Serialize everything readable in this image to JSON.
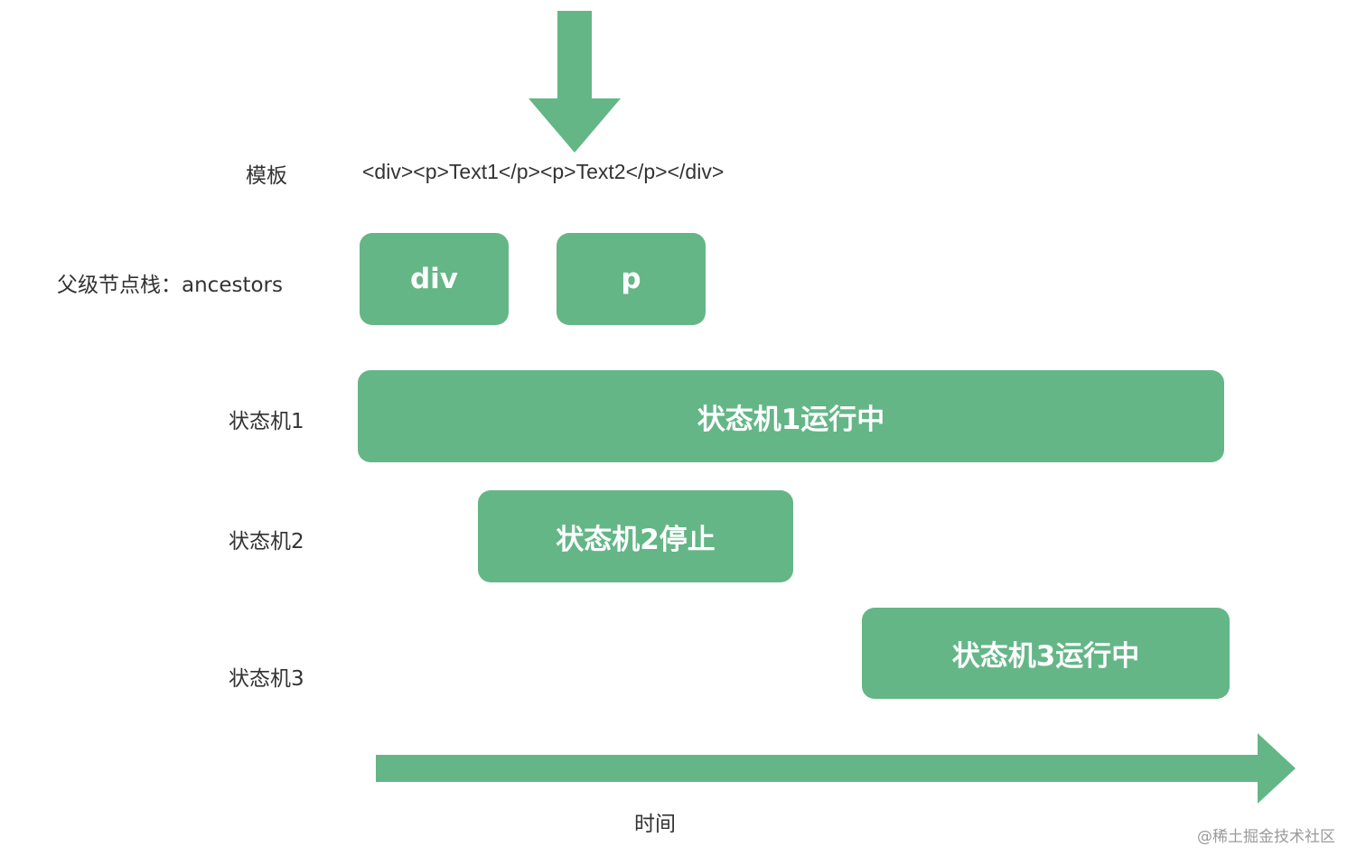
{
  "colors": {
    "accent": "#64b687",
    "text": "#333333",
    "watermark": "#9a9a9a"
  },
  "labels": {
    "template": "模板",
    "ancestors": "父级节点栈：ancestors",
    "machine1": "状态机1",
    "machine2": "状态机2",
    "machine3": "状态机3",
    "time": "时间"
  },
  "template_string": "<div><p>Text1</p><p>Text2</p></div>",
  "ancestors_stack": [
    "div",
    "p"
  ],
  "state_bars": {
    "machine1": "状态机1运行中",
    "machine2": "状态机2停止",
    "machine3": "状态机3运行中"
  },
  "watermark": "@稀土掘金技术社区"
}
